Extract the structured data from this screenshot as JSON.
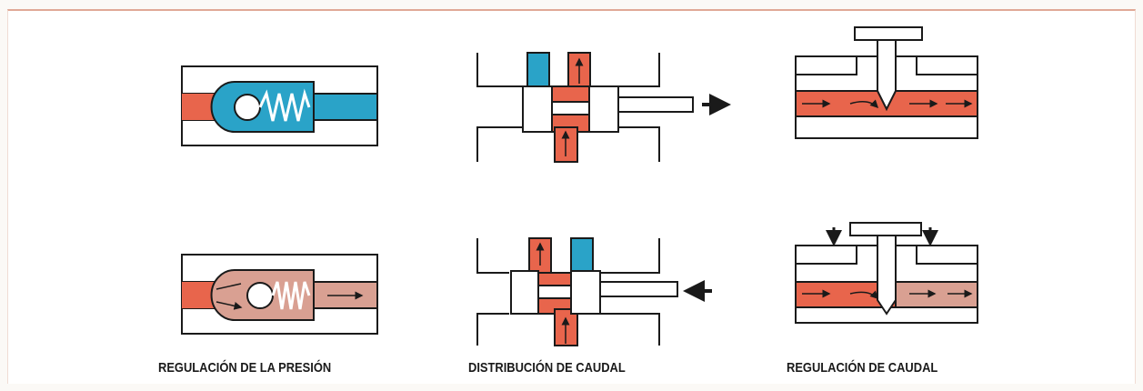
{
  "captions": {
    "pressure_regulation": "REGULACIÓN DE LA PRESIÓN",
    "flow_distribution": "DISTRIBUCIÓN DE CAUDAL",
    "flow_regulation": "REGULACIÓN DE CAUDAL"
  },
  "colors": {
    "fluid_red": "#e8654c",
    "fluid_blue": "#2aa3c8",
    "fluid_pink": "#d9a092",
    "outline": "#1a1a1a",
    "arrow": "#1a1a1a",
    "frame_border": "#e0a896"
  }
}
